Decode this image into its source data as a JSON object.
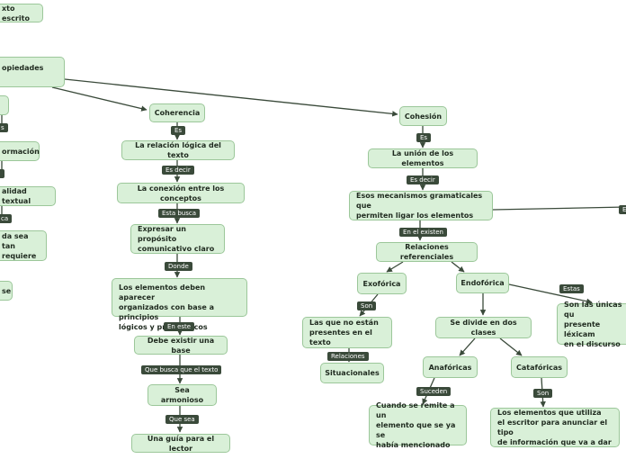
{
  "nodes": {
    "texto": "xto escrito",
    "propiedades": "opiedades",
    "formacion": "ormación",
    "textualidad": "alidad textual",
    "sea_tan": "da sea tan\nrequiere",
    "se": "se",
    "coherencia": "Coherencia",
    "relacion_logica": "La relación lógica del texto",
    "conexion": "La conexión entre los conceptos",
    "proposito": "Expresar un propósito\ncomunicativo claro",
    "elementos_aparecer": "Los elementos deben aparecer\norganizados con base a principios\nlógicos y pragmáticos",
    "base": "Debe existir una base",
    "armonioso": "Sea armonioso",
    "guia": "Una guía para el lector",
    "cohesion": "Cohesión",
    "union": "La unión de los elementos",
    "mecanismos": "Esos mecanismos gramaticales que\npermiten ligar los elementos",
    "relaciones_referenciales": "Relaciones referenciales",
    "exoforica": "Exofórica",
    "no_estan": "Las que no están\npresentes en el texto",
    "situacionales": "Situacionales",
    "endoforica": "Endofórica",
    "divide": "Se divide en dos clases",
    "anaforicas": "Anafóricas",
    "remite": "Cuando se remite a un\nelemento que se ya se\nhabía mencionado",
    "cataforicas": "Catafóricas",
    "utiliza": "Los elementos que utiliza\nel escritor para anunciar el tipo\nde información que va a dar",
    "unicas": "Son las únicas qu\npresente léxicam\nen el discurso"
  },
  "labels": {
    "es_left": "s",
    "ca_left": "ca",
    "es_coh": "Es",
    "es_decir_1": "Es decir",
    "esta_busca": "Esta busca",
    "donde": "Donde",
    "en_este": "En este",
    "que_busca": "Que busca que el texto",
    "que_sea": "Que sea",
    "es_cohesion": "Es",
    "es_decir_2": "Es decir",
    "en_el_existen": "En el existen",
    "son_exo": "Son",
    "relaciones": "Relaciones",
    "estas": "Estas",
    "suceden": "Suceden",
    "son_cata": "Son",
    "es_right": "Es"
  }
}
